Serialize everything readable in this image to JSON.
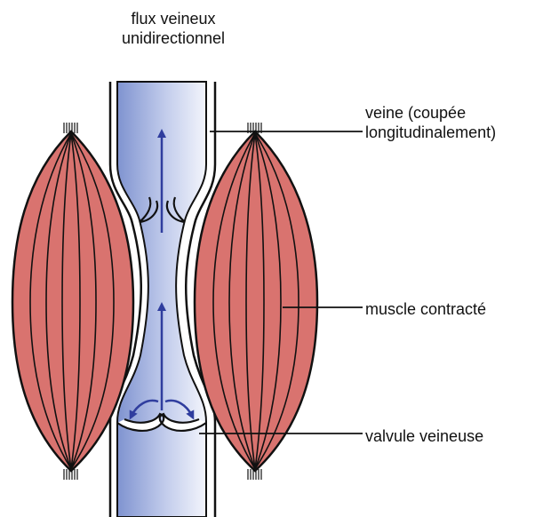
{
  "labels": {
    "flux": {
      "line1": "flux veineux",
      "line2": "unidirectionnel"
    },
    "veine": {
      "line1": "veine (coupée",
      "line2": "longitudinalement)"
    },
    "muscle": "muscle contracté",
    "valvule": "valvule veineuse"
  },
  "colors": {
    "muscle_fill": "#d9736f",
    "vein_blue": "#7f93d0",
    "vein_light": "#eef1fb",
    "arrow": "#2f3d9e",
    "outline": "#111111"
  }
}
